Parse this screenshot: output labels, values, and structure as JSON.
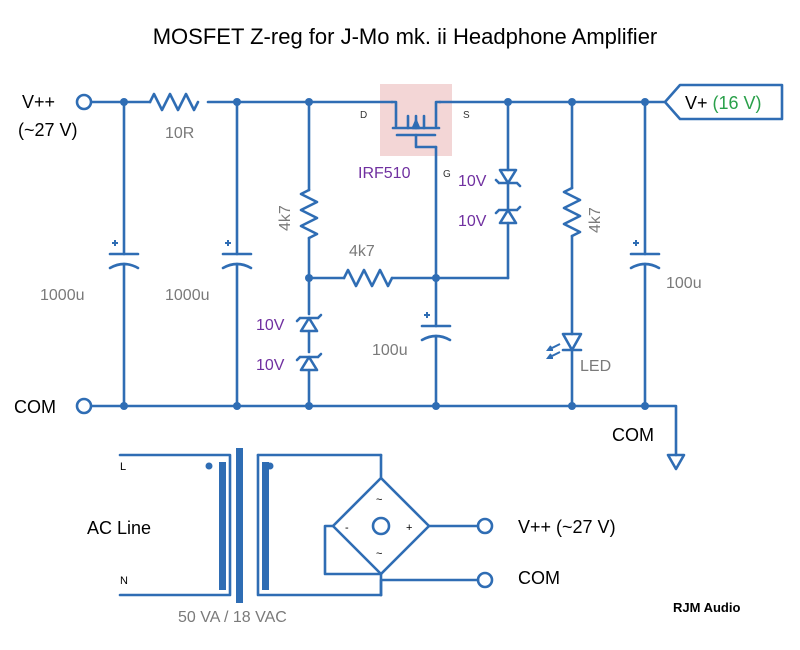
{
  "title": "MOSFET Z-reg for J-Mo mk. ii Headphone Amplifier",
  "input": {
    "terminal": "V++",
    "voltage": "(~27 V)"
  },
  "common": "COM",
  "output": {
    "prefix": "V+ ",
    "voltage": "(16 V)"
  },
  "output_common": "COM",
  "components": {
    "r_series": "10R",
    "c1": "1000u",
    "c2": "1000u",
    "r_zener_bias": "4k7",
    "r_gate": "4k7",
    "zener_low_1": "10V",
    "zener_low_2": "10V",
    "c_gate": "100u",
    "mosfet": "IRF510",
    "pin_d": "D",
    "pin_s": "S",
    "pin_g": "G",
    "zener_gs_1": "10V",
    "zener_gs_2": "10V",
    "r_led": "4k7",
    "led": "LED",
    "c_out": "100u"
  },
  "supply": {
    "line_l": "L",
    "line_n": "N",
    "ac_line": "AC Line",
    "transformer": "50 VA / 18 VAC",
    "bridge_ac1": "~",
    "bridge_ac2": "~",
    "bridge_minus": "-",
    "bridge_plus": "+",
    "out_vpp": "V++ (~27 V)",
    "out_com": "COM"
  },
  "brand": "RJM Audio",
  "colors": {
    "wire": "#2f6db4",
    "label_gray": "#7a7a7a",
    "zener_label": "#7030a0",
    "output_voltage": "#2aa04a",
    "mosfet_highlight": "#f3d6d6"
  }
}
